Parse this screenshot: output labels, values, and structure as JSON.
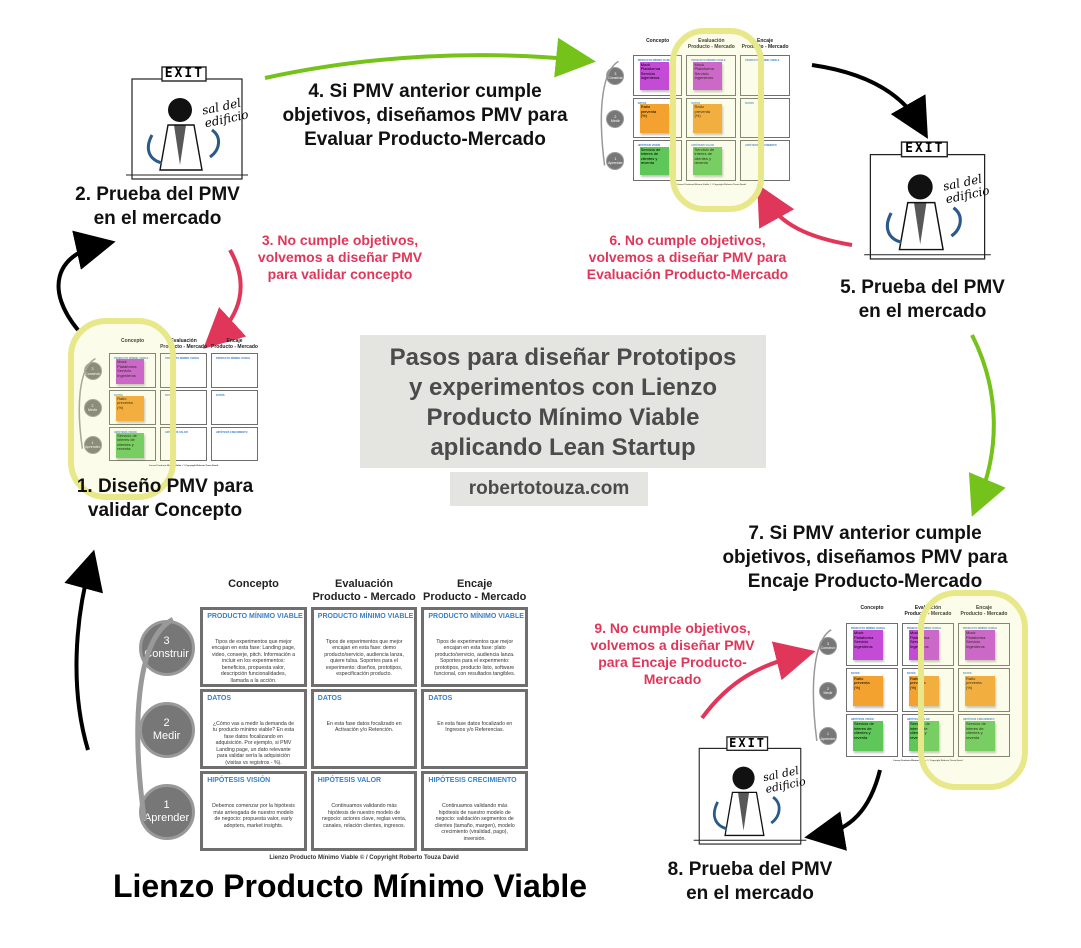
{
  "center": {
    "title": "Pasos para diseñar Prototipos\ny experimentos con Lienzo\nProducto Mínimo Viable\naplicando Lean Startup",
    "site": "robertotouza.com"
  },
  "big_title": "Lienzo Producto Mínimo Viable",
  "steps": {
    "s1": "1. Diseño PMV para\nvalidar Concepto",
    "s2": "2. Prueba del PMV\nen el mercado",
    "s3": "3. No cumple objetivos,\nvolvemos a diseñar PMV\npara validar concepto",
    "s4": "4. Si PMV anterior cumple\nobjetivos, diseñamos PMV para\nEvaluar Producto-Mercado",
    "s5": "5. Prueba del PMV\nen el mercado",
    "s6": "6. No cumple objetivos,\nvolvemos a diseñar PMV para\nEvaluación Producto-Mercado",
    "s7": "7. Si PMV anterior cumple\nobjetivos, diseñamos PMV para\nEncaje Producto-Mercado",
    "s8": "8. Prueba del PMV\nen el mercado",
    "s9": "9. No cumple objetivos,\nvolvemos a diseñar PMV\npara Encaje Producto-\nMercado"
  },
  "figure": {
    "exit_sign": "EXIT",
    "handwritten": "sal del\nedificio"
  },
  "canvas": {
    "columns": [
      "Concepto",
      "Evaluación\nProducto - Mercado",
      "Encaje\nProducto - Mercado"
    ],
    "row_headers": [
      [
        "PRODUCTO MÍNIMO VIABLE",
        "PRODUCTO MÍNIMO VIABLE",
        "PRODUCTO MÍNIMO VIABLE"
      ],
      [
        "DATOS",
        "DATOS",
        "DATOS"
      ],
      [
        "HIPÓTESIS VISIÓN",
        "HIPÓTESIS VALOR",
        "HIPÓTESIS CRECIMIENTO"
      ]
    ],
    "cell_text": [
      [
        "Tipos de experimentos que mejor encajan en esta fase: Landing page, video, conserje, pitch. Información a incluir en los experimentos: beneficios, propuesta valor, descripción funcionalidades, llamada a la acción.",
        "Tipos de experimentos que mejor encajan en esta fase: demo producto/servicio, audiencia lanza, quiere tulsa. Soportes para el experimento: diseños, prototipos, especificación producto.",
        "Tipos de experimentos que mejor encajan en esta fase: plato producto/servicio, audiencia lanza. Soportes para el experimento: prototipos, producto listo, software funcional, con resultados tangibles."
      ],
      [
        "¿Cómo vas a medir la demanda de tu producto mínimo viable? En esta fase datos focalizando en adquisición. Por ejemplo, si PMV Landing page, un dato relevante para validar sería la adquisición (visitas vs registros - %).",
        "En esta fase datos focalizado en Activación y/o Retención.",
        "En esta fase datos focalizado en Ingresos y/o Referencias."
      ],
      [
        "Debemos comenzar por la hipótesis más arriesgada de nuestro modelo de negocio: propuesta valor, early adopters, market insights.",
        "Continuamos validando más hipótesis de nuestro modelo de negocio: actores clave, reglas venta, canales, relación clientes, ingresos.",
        "Continuamos validando más hipótesis de nuestro modelo de negocio: validación segmentos de clientes (tamaño, margen), modelo crecimiento (viralidad, pago), inversión."
      ]
    ],
    "circles": [
      {
        "n": "3",
        "label": "Construir"
      },
      {
        "n": "2",
        "label": "Medir"
      },
      {
        "n": "1",
        "label": "Aprender"
      }
    ],
    "footer": "Lienzo Producto Mínimo Viable © / Copyright Roberto Touza David",
    "sticky_text": [
      "Mock\nPlataforma\nServicio\nIngenieros",
      "Ratio\npreventa\n(%)",
      "Servicio de\ninteres de\nclientes y\nreventa"
    ]
  },
  "colors": {
    "green_arrow": "#74c21a",
    "red_arrow": "#e0365a",
    "black_arrow": "#000000",
    "highlight": "#e8e88a",
    "sticky_purple": "#c44bd6",
    "sticky_orange": "#f3a230",
    "sticky_green": "#5fc75a"
  }
}
